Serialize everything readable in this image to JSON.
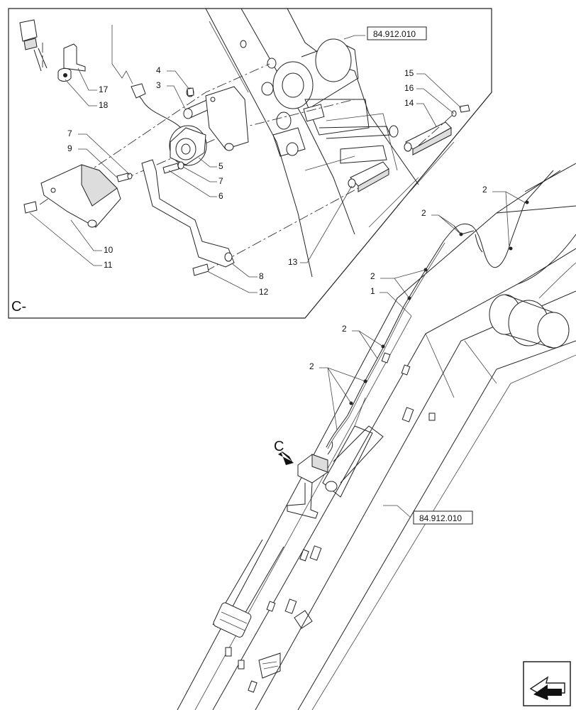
{
  "detail": {
    "view_label": "C-",
    "callouts": {
      "c3": "3",
      "c4": "4",
      "c5": "5",
      "c6": "6",
      "c7a": "7",
      "c7b": "7",
      "c8": "8",
      "c9": "9",
      "c10": "10",
      "c11": "11",
      "c12": "12",
      "c13": "13",
      "c14": "14",
      "c15": "15",
      "c16": "16",
      "c17": "17",
      "c18": "18"
    },
    "ref_box": "84.912.010"
  },
  "main": {
    "view_marker": "C",
    "callouts": {
      "c1": "1",
      "c2a": "2",
      "c2b": "2",
      "c2c": "2",
      "c2d": "2",
      "c2e": "2"
    },
    "ref_box": "84.912.010"
  },
  "nav": {
    "icon": "next-page-arrow-icon"
  }
}
